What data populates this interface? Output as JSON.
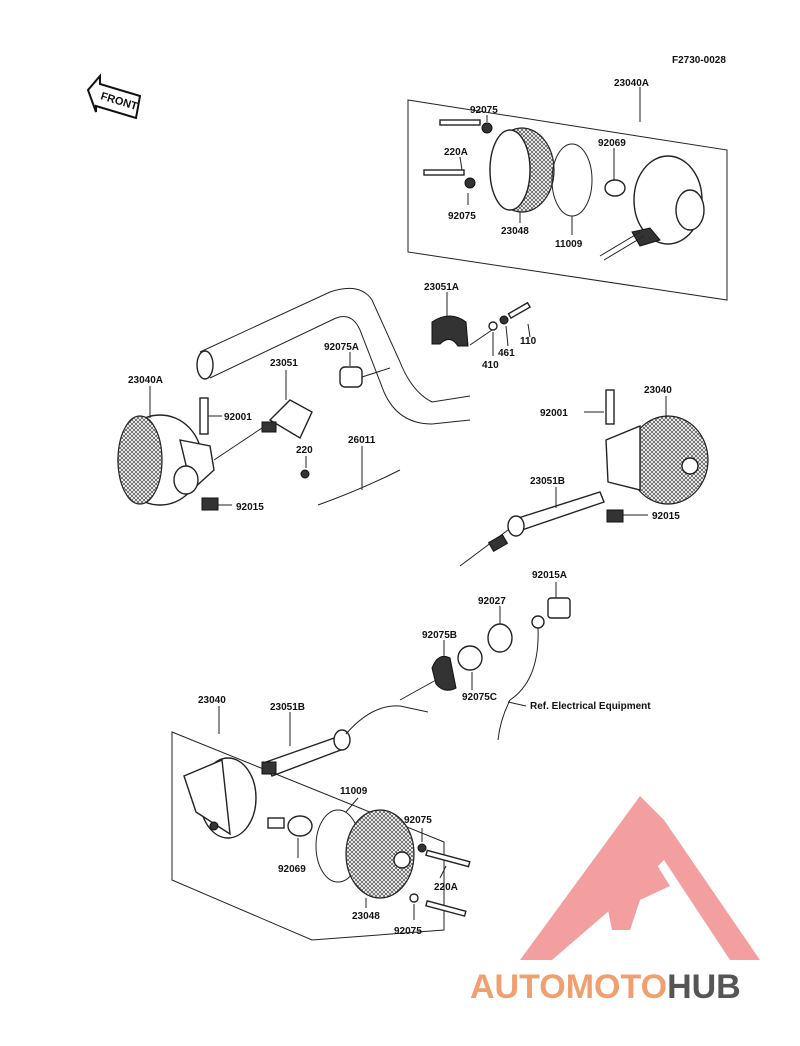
{
  "figure_code": "F2730-0028",
  "front_label": "FRONT",
  "reference_text": "Ref.  Electrical Equipment",
  "parts": {
    "p23040A_top": "23040A",
    "p92075_a": "92075",
    "p220A_a": "220A",
    "p92075_b": "92075",
    "p23048_top": "23048",
    "p11009_top": "11009",
    "p92069_top": "92069",
    "p23051A": "23051A",
    "p92075A": "92075A",
    "p110": "110",
    "p461": "461",
    "p410": "410",
    "p23051": "23051",
    "p23040A_left": "23040A",
    "p92001_left": "92001",
    "p220": "220",
    "p26011": "26011",
    "p92015_left": "92015",
    "p23040_right": "23040",
    "p92001_right": "92001",
    "p23051B_right": "23051B",
    "p92015_right": "92015",
    "p92015A": "92015A",
    "p92027": "92027",
    "p92075B": "92075B",
    "p92075C": "92075C",
    "p23040_bottom": "23040",
    "p23051B_bottom": "23051B",
    "p11009_bottom": "11009",
    "p92075_c": "92075",
    "p220A_b": "220A",
    "p92069_bottom": "92069",
    "p23048_bottom": "23048",
    "p92075_d": "92075"
  },
  "watermark": {
    "part1": "AUTOMOTO",
    "part2": "HUB",
    "color1": "#f0a070",
    "color2": "#555555",
    "logo_color": "#f08080"
  }
}
